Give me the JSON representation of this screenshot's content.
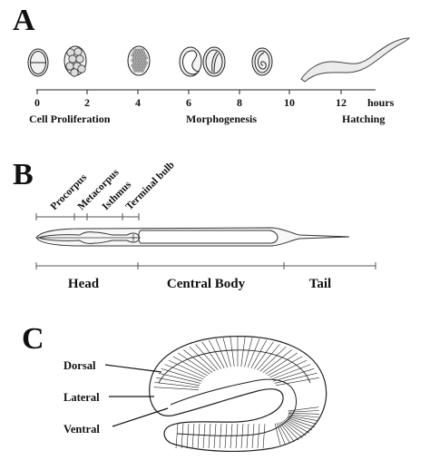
{
  "panels": {
    "a": {
      "letter": "A",
      "ticks": [
        "0",
        "2",
        "4",
        "6",
        "8",
        "10",
        "12"
      ],
      "unit": "hours",
      "stages": [
        "Cell Proliferation",
        "Morphogenesis",
        "Hatching"
      ]
    },
    "b": {
      "letter": "B",
      "pharynx_parts": [
        "Procorpus",
        "Metacorpus",
        "Isthmus",
        "Terminal bulb"
      ],
      "regions": [
        "Head",
        "Central Body",
        "Tail"
      ]
    },
    "c": {
      "letter": "C",
      "labels": [
        "Dorsal",
        "Lateral",
        "Ventral"
      ]
    }
  }
}
